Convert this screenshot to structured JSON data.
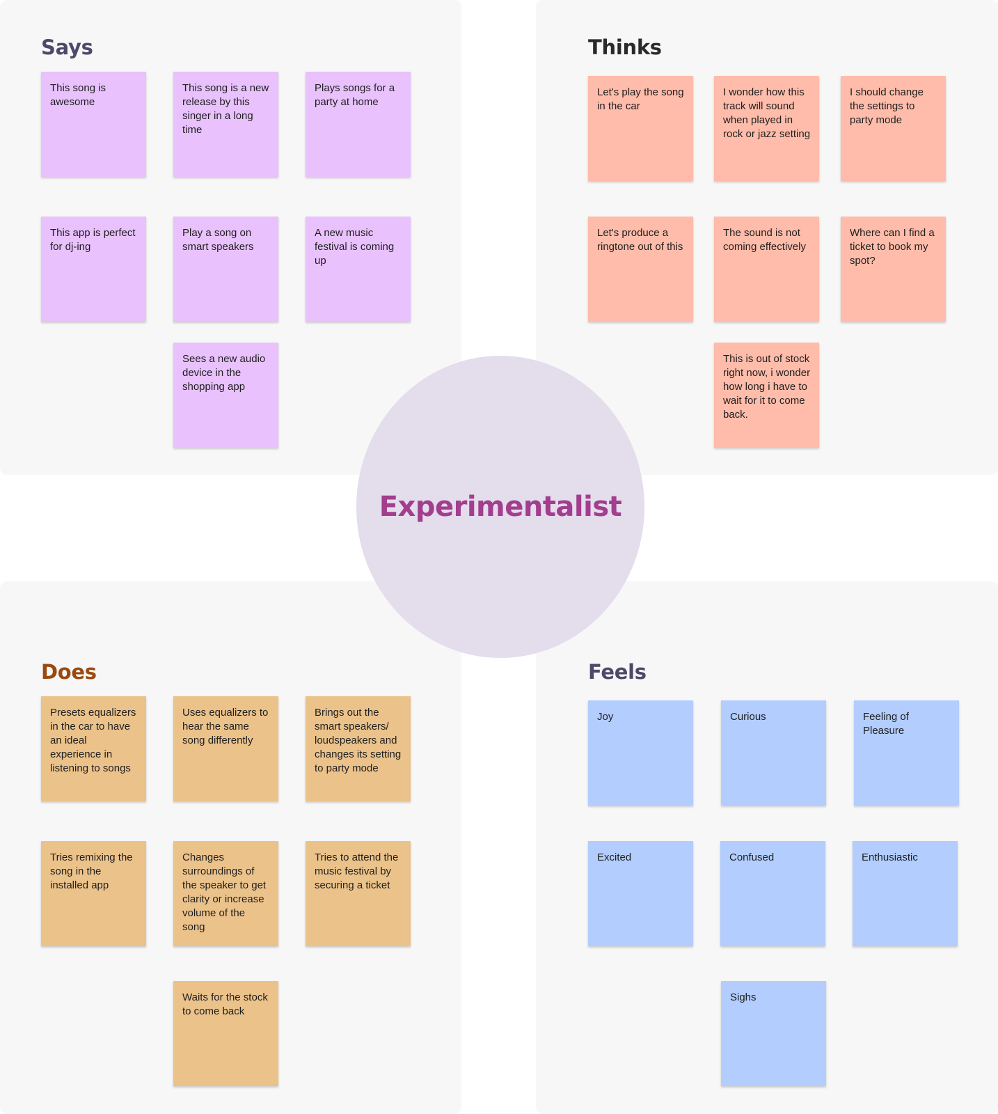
{
  "colors": {
    "background": "#ffffff",
    "quadrant_bg": "#f7f7f7",
    "says_note": "#e8c1fd",
    "thinks_note": "#ffbcaa",
    "does_note": "#ebc28a",
    "feels_note": "#b2cdfe",
    "circle": "#e3ddec",
    "persona_text": "#a33d8e",
    "says_heading": "#4f4868",
    "thinks_heading": "#2a2a2a",
    "does_heading": "#9a4a10",
    "feels_heading": "#4f4868"
  },
  "persona": "Experimentalist",
  "says": {
    "title": "Says",
    "notes": [
      "This song is awesome",
      "This song is a new release by this singer in a long time",
      "Plays songs for a party at home",
      "This app is perfect for dj-ing",
      "Play a song on smart speakers",
      "A new music festival is coming up",
      "Sees a new audio device in the shopping app"
    ]
  },
  "thinks": {
    "title": "Thinks",
    "notes": [
      "Let's play the song in the car",
      "I wonder how this track will sound when played in rock or jazz setting",
      "I should change the settings to party mode",
      "Let's produce a ringtone out of this",
      "The sound is not coming effectively",
      "Where can I find a ticket to book my spot?",
      "This is out of stock right now, i wonder how long i have to wait for it to come back."
    ]
  },
  "does": {
    "title": "Does",
    "notes": [
      "Presets equalizers in the car to have an ideal experience in listening to songs",
      "Uses equalizers to hear the same song differently",
      "Brings out the smart speakers/ loudspeakers and changes its setting to party mode",
      "Tries remixing the song in the installed app",
      "Changes surroundings of the speaker to get clarity or increase volume of the song",
      "Tries to attend the music festival by securing a ticket",
      "Waits for the stock to come back"
    ]
  },
  "feels": {
    "title": "Feels",
    "notes": [
      "Joy",
      "Curious",
      "Feeling of Pleasure",
      "Excited",
      "Confused",
      "Enthusiastic",
      "Sighs"
    ]
  }
}
